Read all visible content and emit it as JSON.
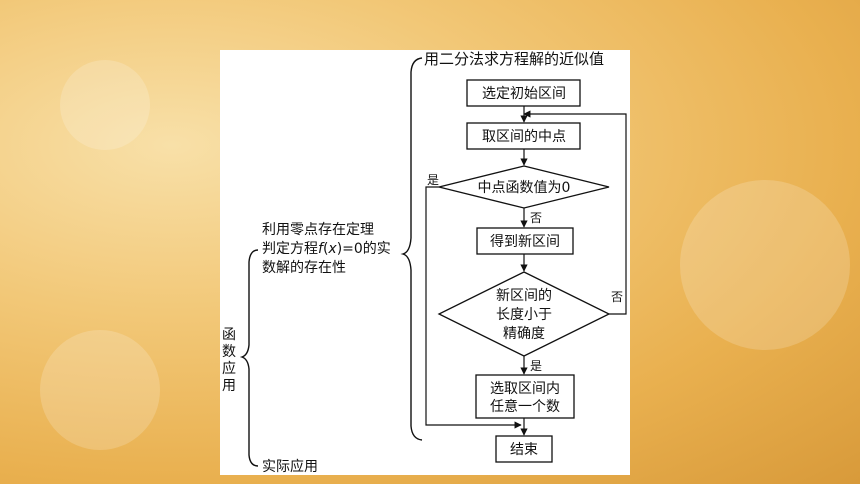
{
  "diagram": {
    "root_label": "函数应用",
    "branch_existence": {
      "line1": "利用零点存在定理",
      "line2_pre": "判定方程",
      "line2_f": "f",
      "line2_mid": "(",
      "line2_x": "x",
      "line2_post": ")=0的实",
      "line3": "数解的存在性"
    },
    "branch_practical": "实际应用",
    "bisection_title": "用二分法求方程解的近似值",
    "nodes": {
      "select_interval": "选定初始区间",
      "take_midpoint": "取区间的中点",
      "midpoint_zero": "中点函数值为0",
      "new_interval": "得到新区间",
      "precision_line1": "新区间的",
      "precision_line2": "长度小于",
      "precision_line3": "精确度",
      "pick_number_line1": "选取区间内",
      "pick_number_line2": "任意一个数",
      "end": "结束"
    },
    "edge_labels": {
      "yes_top": "是",
      "no_mid": "否",
      "no_right": "否",
      "yes_bottom": "是"
    }
  }
}
